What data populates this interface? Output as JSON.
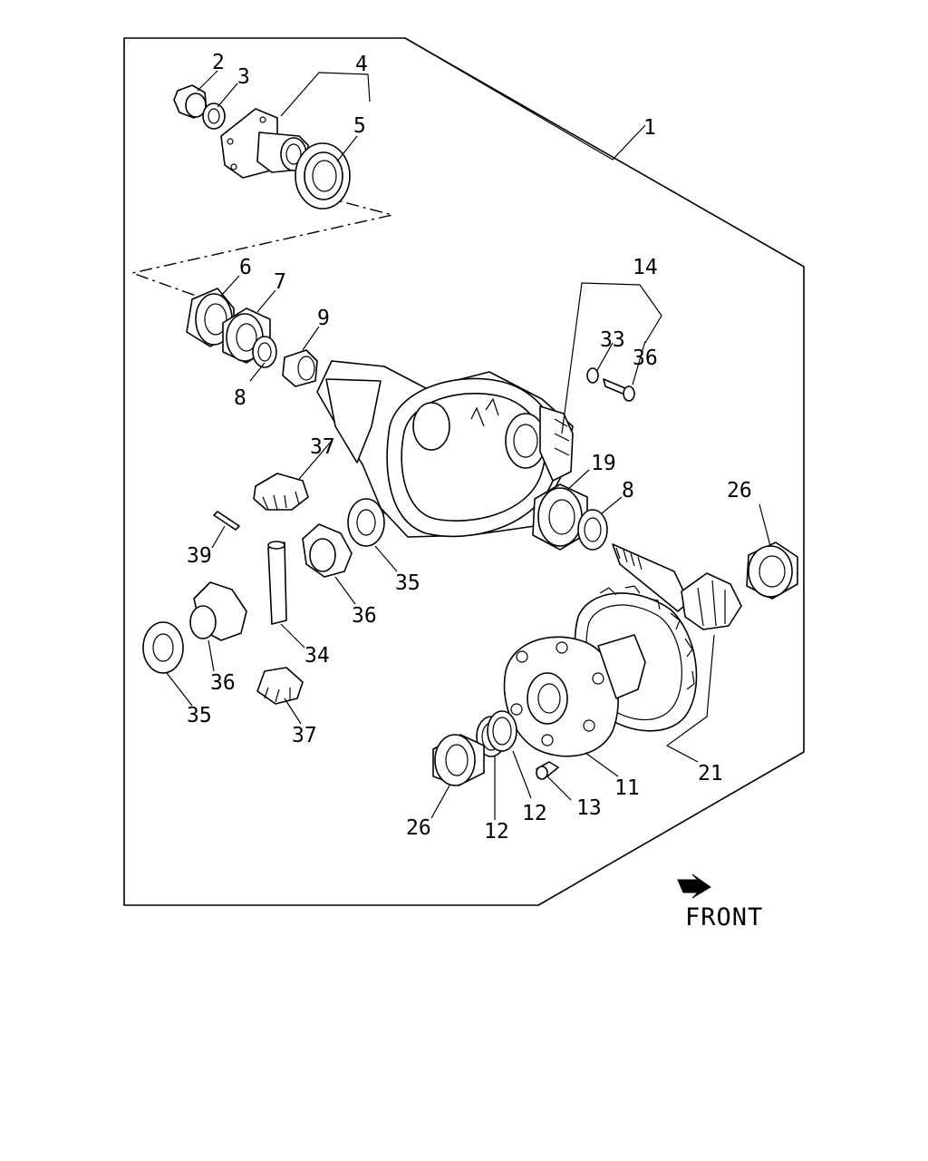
{
  "labels": {
    "p1": "1",
    "p2": "2",
    "p3": "3",
    "p4": "4",
    "p5": "5",
    "p6": "6",
    "p7": "7",
    "p8a": "8",
    "p8b": "8",
    "p9": "9",
    "p11": "11",
    "p12a": "12",
    "p12b": "12",
    "p13": "13",
    "p14": "14",
    "p19": "19",
    "p21": "21",
    "p26a": "26",
    "p26b": "26",
    "p33": "33",
    "p34": "34",
    "p35a": "35",
    "p35b": "35",
    "p36a": "36",
    "p36b": "36",
    "p36c": "36",
    "p37a": "37",
    "p37b": "37",
    "p39": "39"
  },
  "front_label": "FRONT",
  "icons": {
    "front_arrow": "arrow-right-icon"
  }
}
